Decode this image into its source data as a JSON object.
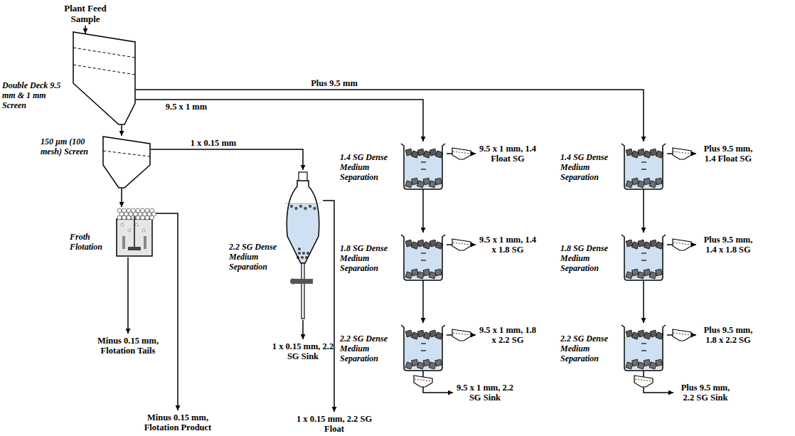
{
  "diagram": {
    "nodes": [
      {
        "text": [
          "Plant Feed Sample"
        ]
      },
      {
        "text": [
          "Double Deck 9.5 mm & 1 mm Screen"
        ]
      },
      {
        "text": [
          "150 µm (100 mesh) Screen"
        ]
      },
      {
        "text": [
          "Froth Flotation"
        ]
      },
      {
        "text": [
          "2.2 SG Dense Medium Separation"
        ]
      },
      {
        "text": [
          "1.4 SG Dense Medium Separation"
        ]
      },
      {
        "text": [
          "1.8 SG Dense Medium Separation"
        ]
      },
      {
        "text": [
          "2.2 SG Dense Medium Separation"
        ]
      },
      {
        "text": [
          "1.4 SG Dense Medium Separation"
        ]
      },
      {
        "text": [
          "1.8 SG Dense Medium Separation"
        ]
      },
      {
        "text": [
          "2.2 SG Dense Medium Separation"
        ]
      },
      {
        "text": [
          "Minus 0.15 mm, Flotation Tails"
        ]
      },
      {
        "text": [
          "Minus 0.15 mm, Flotation Product"
        ]
      },
      {
        "text": [
          "1 x 0.15 mm, 2.2 SG Sink"
        ]
      },
      {
        "text": [
          "1 x 0.15 mm, 2.2 SG Float"
        ]
      },
      {
        "text": [
          "9.5 x 1 mm, 1.4 Float SG"
        ]
      },
      {
        "text": [
          "9.5 x 1 mm, 1.4 x 1.8 SG"
        ]
      },
      {
        "text": [
          "9.5 x 1 mm, 1.8 x 2.2 SG"
        ]
      },
      {
        "text": [
          "9.5 x 1 mm, 2.2 SG Sink"
        ]
      },
      {
        "text": [
          "Plus 9.5 mm, 1.4 Float SG"
        ]
      },
      {
        "text": [
          "Plus 9.5 mm, 1.4 x 1.8 SG"
        ]
      },
      {
        "text": [
          "Plus 9.5 mm, 1.8 x 2.2 SG"
        ]
      },
      {
        "text": [
          "Plus 9.5 mm, 2.2 SG Sink"
        ]
      }
    ],
    "edges": [
      {
        "from": 0,
        "to": 1,
        "arrow": "to"
      },
      {
        "from": 1,
        "to": 8,
        "label": "Plus 9.5 mm",
        "arrow": "to"
      },
      {
        "from": 1,
        "to": 5,
        "label": "9.5 x 1 mm",
        "arrow": "to"
      },
      {
        "from": 1,
        "to": 2,
        "arrow": "to"
      },
      {
        "from": 2,
        "to": 4,
        "label": "1 x 0.15 mm",
        "arrow": "to"
      },
      {
        "from": 2,
        "to": 3,
        "arrow": "to"
      },
      {
        "from": 3,
        "to": 11,
        "arrow": "to"
      },
      {
        "from": 3,
        "to": 12,
        "arrow": "to"
      },
      {
        "from": 4,
        "to": 13,
        "arrow": "to"
      },
      {
        "from": 4,
        "to": 14,
        "arrow": "to"
      },
      {
        "from": 5,
        "to": 15,
        "arrow": "to"
      },
      {
        "from": 5,
        "to": 6,
        "arrow": "to"
      },
      {
        "from": 6,
        "to": 16,
        "arrow": "to"
      },
      {
        "from": 6,
        "to": 7,
        "arrow": "to"
      },
      {
        "from": 7,
        "to": 17,
        "arrow": "to"
      },
      {
        "from": 7,
        "to": 18,
        "arrow": "to"
      },
      {
        "from": 8,
        "to": 19,
        "arrow": "to"
      },
      {
        "from": 8,
        "to": 9,
        "arrow": "to"
      },
      {
        "from": 9,
        "to": 20,
        "arrow": "to"
      },
      {
        "from": 9,
        "to": 10,
        "arrow": "to"
      },
      {
        "from": 10,
        "to": 21,
        "arrow": "to"
      },
      {
        "from": 10,
        "to": 22,
        "arrow": "to"
      }
    ]
  }
}
